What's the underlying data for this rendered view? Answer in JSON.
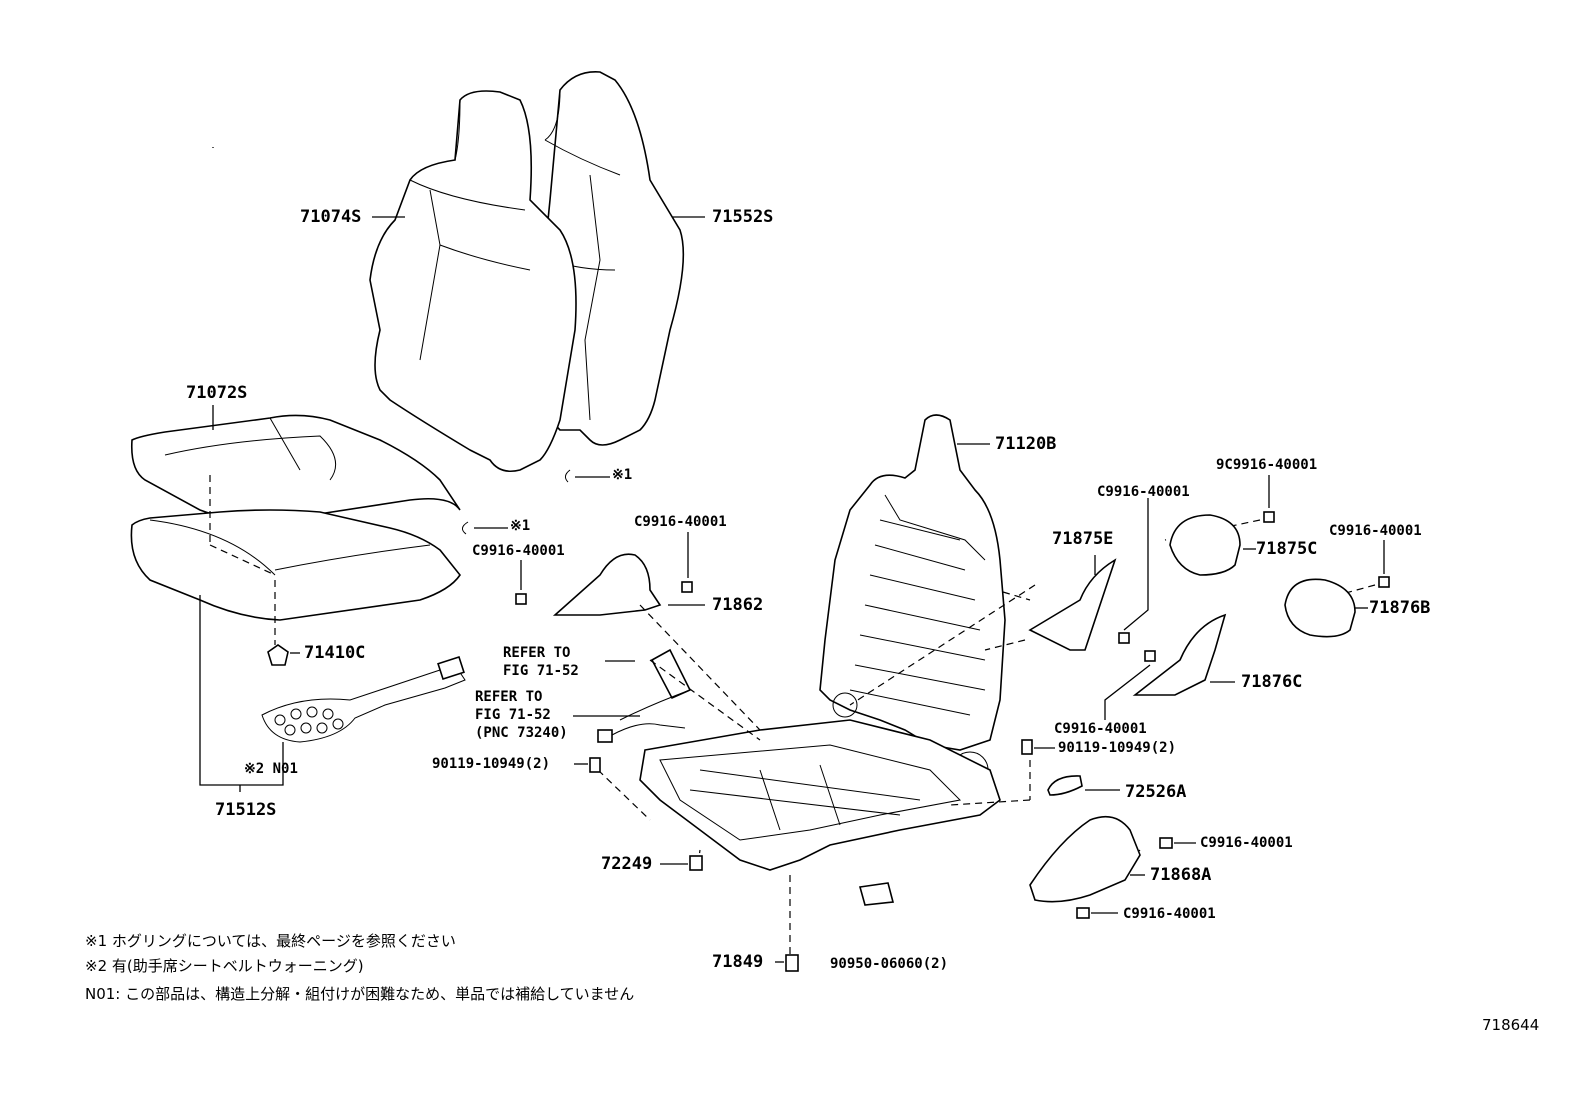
{
  "labels": {
    "p71074S": "71074S",
    "p71552S": "71552S",
    "p71072S": "71072S",
    "p71120B": "71120B",
    "p9c9916": "9C9916-40001",
    "pC9916_a": "C9916-40001",
    "p71875E": "71875E",
    "p71875C": "71875C",
    "pC9916_b": "C9916-40001",
    "p71876B": "71876B",
    "pC9916_c": "C9916-40001",
    "pC9916_d": "C9916-40001",
    "p71862": "71862",
    "p71410C": "71410C",
    "refer1_l1": "REFER TO",
    "refer1_l2": "FIG 71-52",
    "refer2_l1": "REFER TO",
    "refer2_l2": "FIG 71-52",
    "refer2_l3": "(PNC 73240)",
    "p71876C": "71876C",
    "pC9916_e": "C9916-40001",
    "p90119_r": "90119-10949(2)",
    "p90119_l": "90119-10949(2)",
    "pN01": "※2 N01",
    "p71512S": "71512S",
    "p72526A": "72526A",
    "pC9916_f": "C9916-40001",
    "p71868A": "71868A",
    "pC9916_g": "C9916-40001",
    "p72249": "72249",
    "p71849": "71849",
    "p90950": "90950-06060(2)",
    "hog1": "※1",
    "hog2": "※1"
  },
  "notes": [
    "※1 ホグリングについては、最終ページを参照ください",
    "※2 有(助手席シートベルトウォーニング)",
    "N01: この部品は、構造上分解・組付けが困難なため、単品では補給していません"
  ],
  "figure_number": "718644"
}
